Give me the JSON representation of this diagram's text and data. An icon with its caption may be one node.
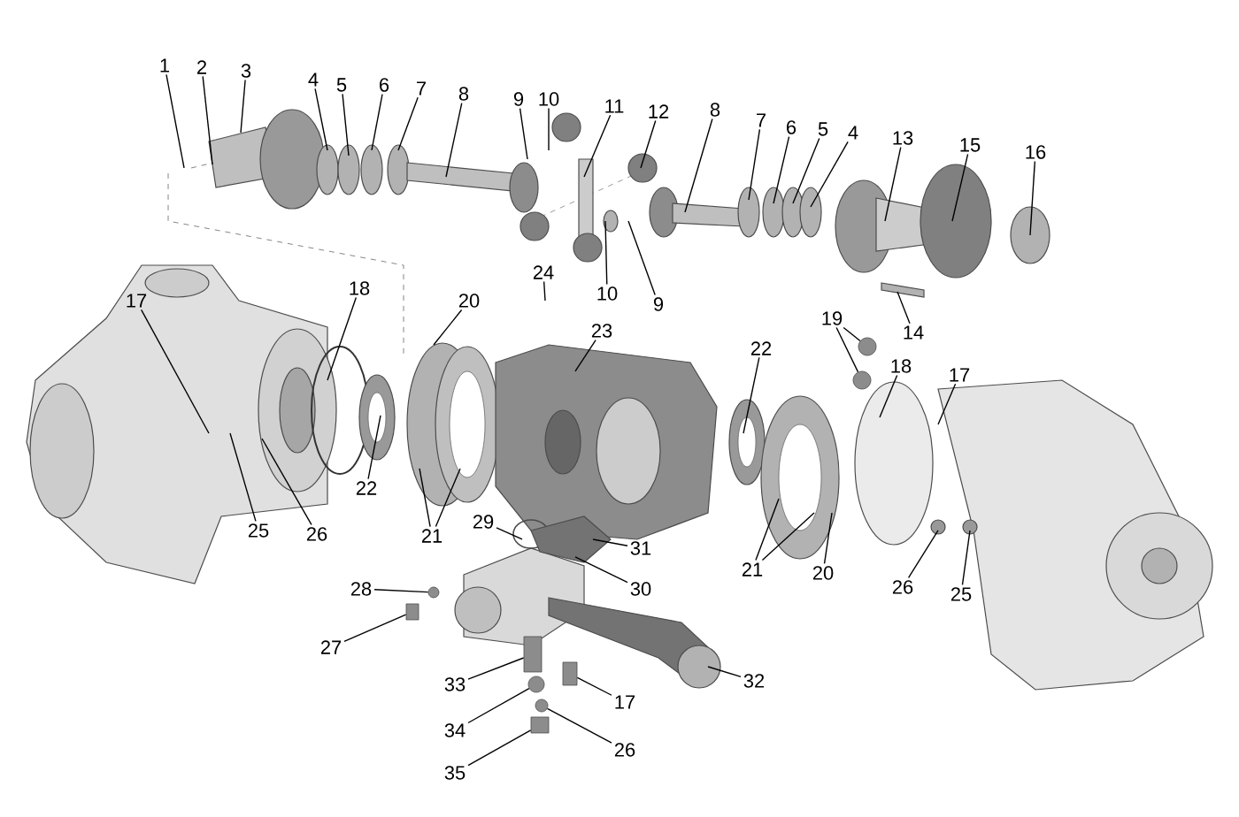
{
  "diagram": {
    "nodes": [
      {
        "text": [
          "1"
        ]
      },
      {
        "text": [
          "2"
        ]
      },
      {
        "text": [
          "3"
        ]
      },
      {
        "text": [
          "4"
        ]
      },
      {
        "text": [
          "5"
        ]
      },
      {
        "text": [
          "6"
        ]
      },
      {
        "text": [
          "7"
        ]
      },
      {
        "text": [
          "8"
        ]
      },
      {
        "text": [
          "9"
        ]
      },
      {
        "text": [
          "10"
        ]
      },
      {
        "text": [
          "11"
        ]
      },
      {
        "text": [
          "12"
        ]
      },
      {
        "text": [
          "8"
        ]
      },
      {
        "text": [
          "7"
        ]
      },
      {
        "text": [
          "6"
        ]
      },
      {
        "text": [
          "5"
        ]
      },
      {
        "text": [
          "4"
        ]
      },
      {
        "text": [
          "13"
        ]
      },
      {
        "text": [
          "15"
        ]
      },
      {
        "text": [
          "16"
        ]
      },
      {
        "text": [
          "24"
        ]
      },
      {
        "text": [
          "10"
        ]
      },
      {
        "text": [
          "9"
        ]
      },
      {
        "text": [
          "14"
        ]
      },
      {
        "text": [
          "17"
        ]
      },
      {
        "text": [
          "18"
        ]
      },
      {
        "text": [
          "20"
        ]
      },
      {
        "text": [
          "23"
        ]
      },
      {
        "text": [
          "19"
        ]
      },
      {
        "text": [
          "22"
        ]
      },
      {
        "text": [
          "18"
        ]
      },
      {
        "text": [
          "17"
        ]
      },
      {
        "text": [
          "22"
        ]
      },
      {
        "text": [
          "21"
        ]
      },
      {
        "text": [
          "25"
        ]
      },
      {
        "text": [
          "26"
        ]
      },
      {
        "text": [
          "29"
        ]
      },
      {
        "text": [
          "31"
        ]
      },
      {
        "text": [
          "30"
        ]
      },
      {
        "text": [
          "28"
        ]
      },
      {
        "text": [
          "27"
        ]
      },
      {
        "text": [
          "21"
        ]
      },
      {
        "text": [
          "20"
        ]
      },
      {
        "text": [
          "26"
        ]
      },
      {
        "text": [
          "25"
        ]
      },
      {
        "text": [
          "32"
        ]
      },
      {
        "text": [
          "33"
        ]
      },
      {
        "text": [
          "17"
        ]
      },
      {
        "text": [
          "34"
        ]
      },
      {
        "text": [
          "26"
        ]
      },
      {
        "text": [
          "35"
        ]
      },
      {
        "text": [],
        "shape": "circle"
      },
      {
        "text": [],
        "shape": "circle"
      },
      {
        "text": [],
        "shape": "circle"
      },
      {
        "text": [],
        "shape": "box"
      },
      {
        "text": [],
        "shape": "box"
      },
      {
        "text": [],
        "shape": "box"
      },
      {
        "text": [],
        "shape": "circle"
      },
      {
        "text": [],
        "shape": "circle"
      },
      {
        "text": [],
        "shape": "box"
      }
    ],
    "edges": [
      {
        "from": 0,
        "to": null,
        "arrow": "none"
      },
      {
        "from": 1,
        "to": null,
        "arrow": "none"
      },
      {
        "from": 2,
        "to": null,
        "arrow": "none"
      },
      {
        "from": 3,
        "to": null,
        "arrow": "none"
      },
      {
        "from": 4,
        "to": null,
        "arrow": "none"
      },
      {
        "from": 5,
        "to": null,
        "arrow": "none"
      },
      {
        "from": 6,
        "to": null,
        "arrow": "none"
      },
      {
        "from": 7,
        "to": null,
        "arrow": "none"
      },
      {
        "from": 8,
        "to": null,
        "arrow": "none"
      },
      {
        "from": 9,
        "to": null,
        "arrow": "none"
      },
      {
        "from": 10,
        "to": null,
        "arrow": "none"
      },
      {
        "from": 11,
        "to": null,
        "arrow": "none"
      },
      {
        "from": 12,
        "to": null,
        "arrow": "none"
      },
      {
        "from": 13,
        "to": null,
        "arrow": "none"
      },
      {
        "from": 14,
        "to": null,
        "arrow": "none"
      },
      {
        "from": 15,
        "to": null,
        "arrow": "none"
      },
      {
        "from": 16,
        "to": null,
        "arrow": "none"
      },
      {
        "from": 17,
        "to": null,
        "arrow": "none"
      },
      {
        "from": 18,
        "to": null,
        "arrow": "none"
      },
      {
        "from": 19,
        "to": null,
        "arrow": "none"
      },
      {
        "from": 20,
        "to": null,
        "arrow": "none"
      },
      {
        "from": 21,
        "to": null,
        "arrow": "none"
      },
      {
        "from": 22,
        "to": null,
        "arrow": "none"
      },
      {
        "from": 23,
        "to": null,
        "arrow": "none"
      },
      {
        "from": 24,
        "to": null,
        "arrow": "none"
      },
      {
        "from": 25,
        "to": null,
        "arrow": "none"
      },
      {
        "from": 26,
        "to": null,
        "arrow": "none"
      },
      {
        "from": 27,
        "to": null,
        "arrow": "none"
      },
      {
        "from": 28,
        "to": 51,
        "arrow": "none"
      },
      {
        "from": 28,
        "to": 52,
        "arrow": "none"
      },
      {
        "from": 29,
        "to": null,
        "arrow": "none"
      },
      {
        "from": 30,
        "to": null,
        "arrow": "none"
      },
      {
        "from": 31,
        "to": null,
        "arrow": "none"
      },
      {
        "from": 32,
        "to": null,
        "arrow": "none"
      },
      {
        "from": 33,
        "to": null,
        "arrow": "none"
      },
      {
        "from": 33,
        "to": null,
        "arrow": "none"
      },
      {
        "from": 34,
        "to": null,
        "arrow": "none"
      },
      {
        "from": 35,
        "to": null,
        "arrow": "none"
      },
      {
        "from": 36,
        "to": null,
        "arrow": "none"
      },
      {
        "from": 37,
        "to": null,
        "arrow": "none"
      },
      {
        "from": 38,
        "to": null,
        "arrow": "none"
      },
      {
        "from": 39,
        "to": 53,
        "arrow": "none"
      },
      {
        "from": 40,
        "to": 54,
        "arrow": "none"
      },
      {
        "from": 41,
        "to": null,
        "arrow": "none"
      },
      {
        "from": 41,
        "to": null,
        "arrow": "none"
      },
      {
        "from": 42,
        "to": null,
        "arrow": "none"
      },
      {
        "from": 43,
        "to": null,
        "arrow": "none"
      },
      {
        "from": 44,
        "to": null,
        "arrow": "none"
      },
      {
        "from": 45,
        "to": null,
        "arrow": "none"
      },
      {
        "from": 46,
        "to": 56,
        "arrow": "none"
      },
      {
        "from": 47,
        "to": 55,
        "arrow": "none"
      },
      {
        "from": 48,
        "to": 57,
        "arrow": "none"
      },
      {
        "from": 49,
        "to": 58,
        "arrow": "none"
      },
      {
        "from": 50,
        "to": 59,
        "arrow": "none"
      }
    ]
  }
}
